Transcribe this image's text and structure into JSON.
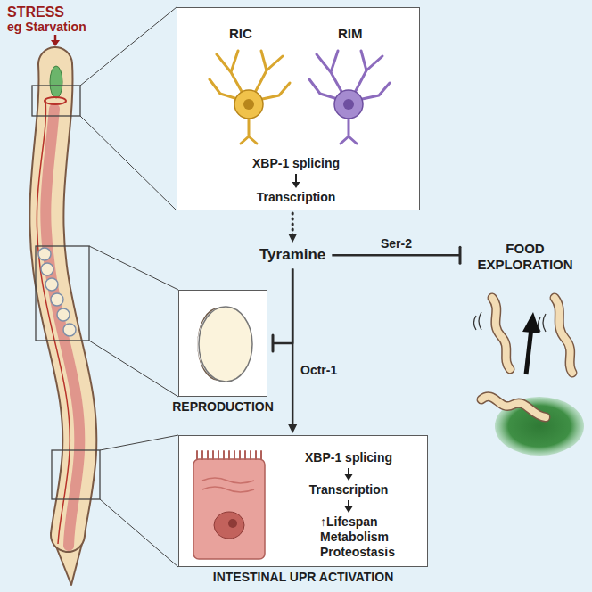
{
  "diagram": {
    "nodes": [
      {
        "text": [
          "RIC",
          "RIM",
          "XBP-1 splicing",
          "Transcription"
        ]
      },
      {
        "text": [
          "Tyramine"
        ]
      },
      {
        "text": [
          "FOOD EXPLORATION"
        ]
      },
      {
        "text": [
          "REPRODUCTION"
        ]
      },
      {
        "text": [
          "XBP-1 splicing",
          "Transcription",
          "↑Lifespan Metabolism Proteostasis",
          "INTESTINAL UPR ACTIVATION"
        ]
      }
    ],
    "edges": [
      {
        "from": 0,
        "to": 1,
        "arrow": "to"
      },
      {
        "from": 1,
        "to": 2,
        "label": "Ser-2",
        "arrow": "to"
      },
      {
        "from": 1,
        "to": 3,
        "arrow": "to"
      },
      {
        "from": 1,
        "to": 4,
        "label": "Octr-1",
        "arrow": "to"
      }
    ],
    "labels": [
      "STRESS",
      "eg Starvation"
    ]
  }
}
